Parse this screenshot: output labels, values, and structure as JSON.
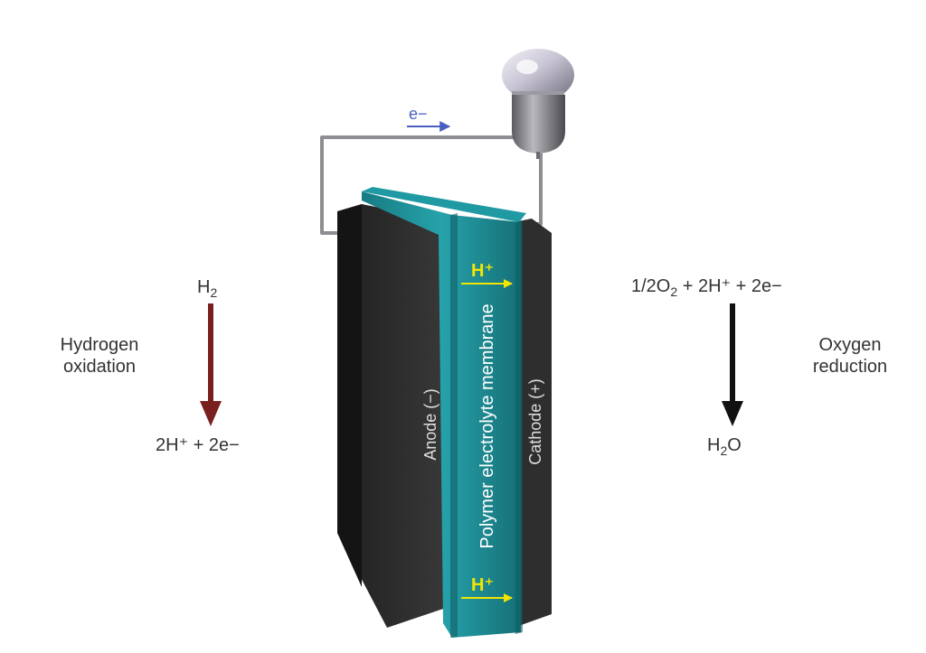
{
  "electron_label": "e−",
  "left_reaction": {
    "reactant_main": "H",
    "reactant_sub": "2",
    "process_line1": "Hydrogen",
    "process_line2": "oxidation",
    "product": "2H⁺ + 2e−",
    "arrow_color": "#7a1f1f"
  },
  "right_reaction": {
    "reactant_part1": "1/2O",
    "reactant_sub": "2",
    "reactant_part2": " + 2H⁺ + 2e−",
    "process_line1": "Oxygen",
    "process_line2": "reduction",
    "product_main": "H",
    "product_sub": "2",
    "product_tail": "O",
    "arrow_color": "#111111"
  },
  "cell": {
    "anode_label": "Anode (−)",
    "membrane_label": "Polymer electrolyte membrane",
    "cathode_label": "Cathode (+)",
    "proton_label_top": "H⁺",
    "proton_label_bottom": "H⁺",
    "membrane_color": "#1f8e96",
    "electrode_color": "#2a2a2a",
    "proton_color": "#f2e600"
  },
  "bulb": {
    "glass_color": "#c8c4d4",
    "base_color": "#8a8a90"
  }
}
